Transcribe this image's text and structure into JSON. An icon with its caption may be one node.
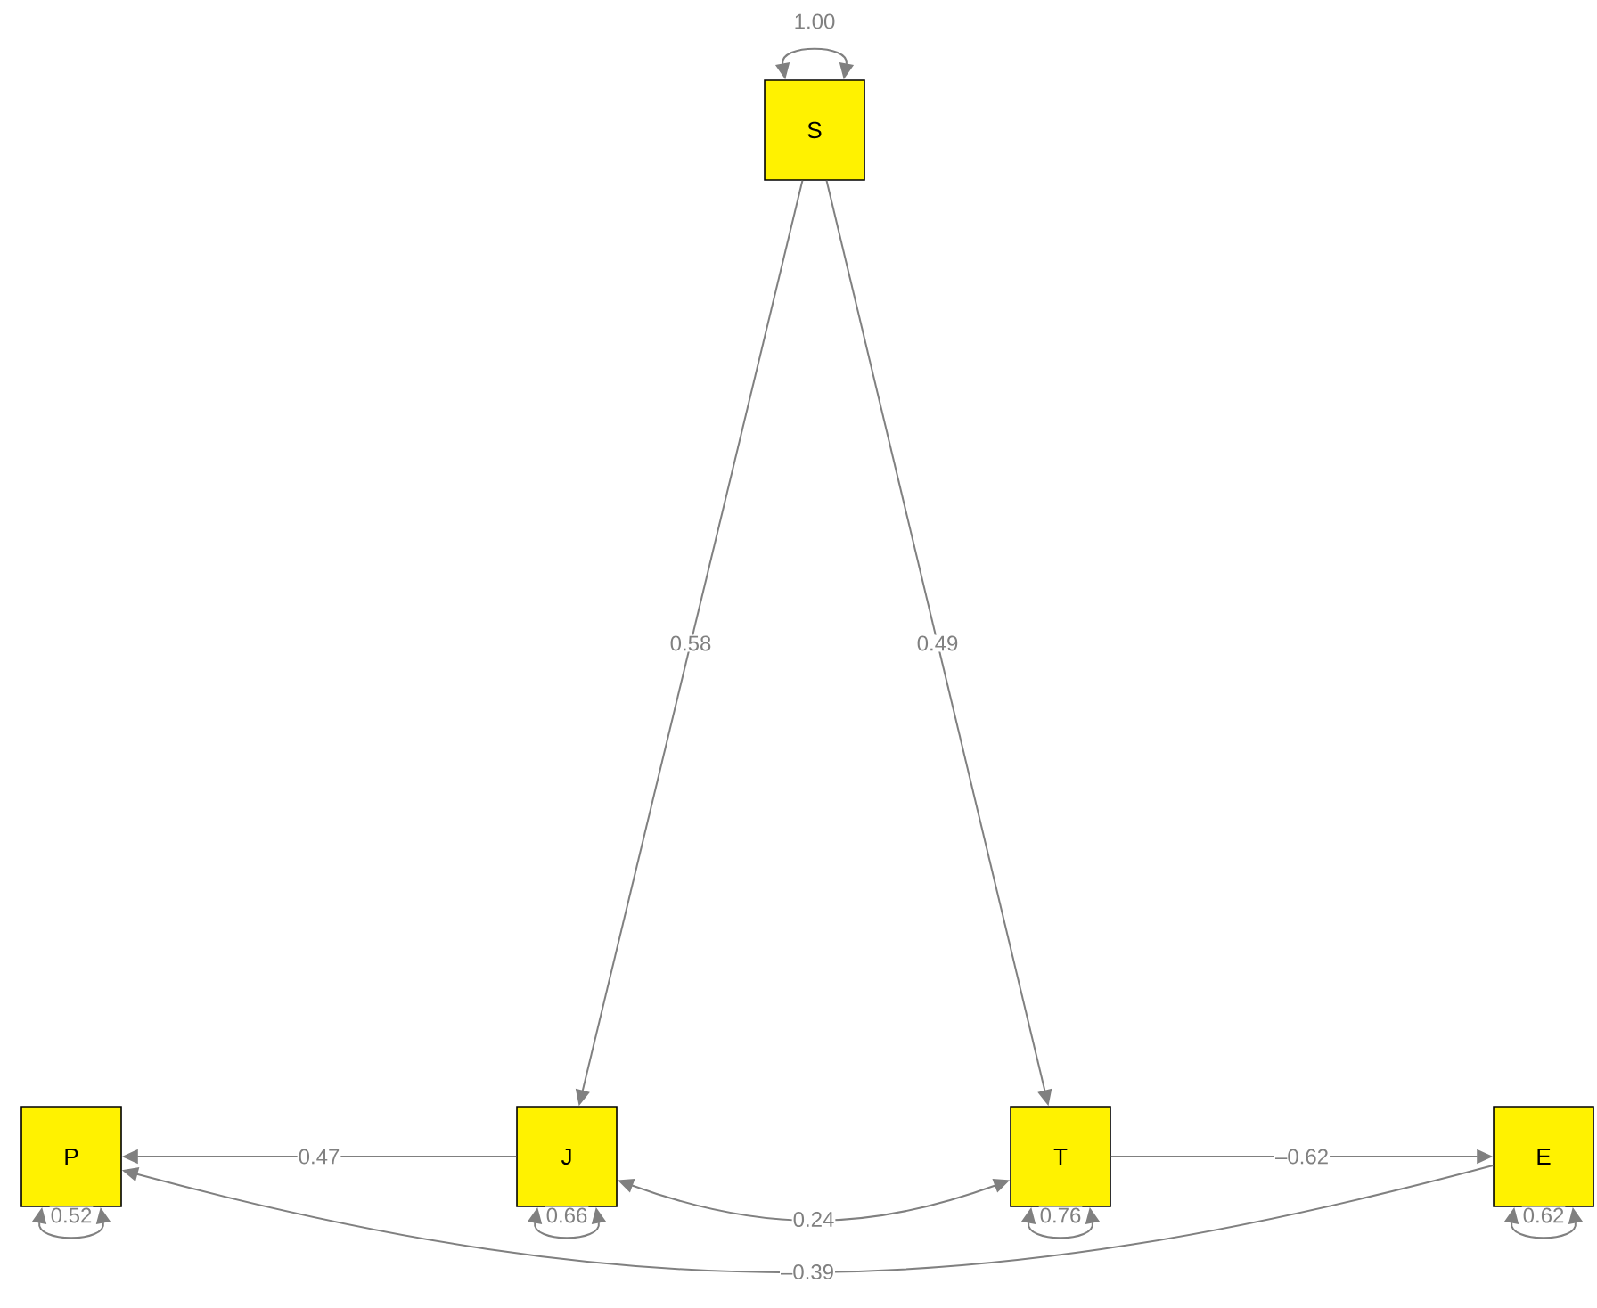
{
  "diagram": {
    "nodes": [
      {
        "text": [
          "S"
        ]
      },
      {
        "text": [
          "P"
        ]
      },
      {
        "text": [
          "J"
        ]
      },
      {
        "text": [
          "T"
        ]
      },
      {
        "text": [
          "E"
        ]
      }
    ],
    "edges": [
      {
        "from": 0,
        "to": 0,
        "arrow": "both",
        "label": "1.00"
      },
      {
        "from": 0,
        "to": 2,
        "arrow": "to",
        "label": "0.58"
      },
      {
        "from": 0,
        "to": 3,
        "arrow": "to",
        "label": "0.49"
      },
      {
        "from": 2,
        "to": 1,
        "arrow": "to",
        "label": "0.47"
      },
      {
        "from": 2,
        "to": 3,
        "arrow": "both",
        "label": "0.24"
      },
      {
        "from": 3,
        "to": 4,
        "arrow": "to",
        "label": "–0.62"
      },
      {
        "from": 4,
        "to": 1,
        "arrow": "to",
        "label": "–0.39"
      },
      {
        "from": 1,
        "to": 1,
        "arrow": "both",
        "label": "0.52"
      },
      {
        "from": 2,
        "to": 2,
        "arrow": "both",
        "label": "0.66"
      },
      {
        "from": 3,
        "to": 3,
        "arrow": "both",
        "label": "0.76"
      },
      {
        "from": 4,
        "to": 4,
        "arrow": "both",
        "label": "0.62"
      }
    ]
  }
}
